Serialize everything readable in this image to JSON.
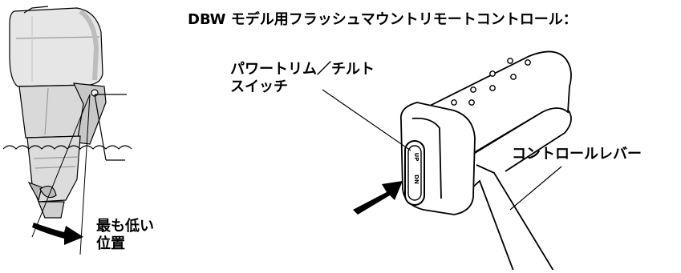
{
  "figure": {
    "title": "DBW モデル用フラッシュマウントリモートコントロール：",
    "switch_label": {
      "line1": "パワートリム／チルト",
      "line2": "スイッチ"
    },
    "lever_label": "コントロールレバー",
    "lowest_label": {
      "line1": "最も低い",
      "line2": "位置"
    },
    "switch_button_text": {
      "up": "UP",
      "down": "DN"
    },
    "colors": {
      "ink": "#000000",
      "engine_fill": "#e6e6e6",
      "engine_shade": "#bdbdbd",
      "background": "#ffffff"
    }
  }
}
